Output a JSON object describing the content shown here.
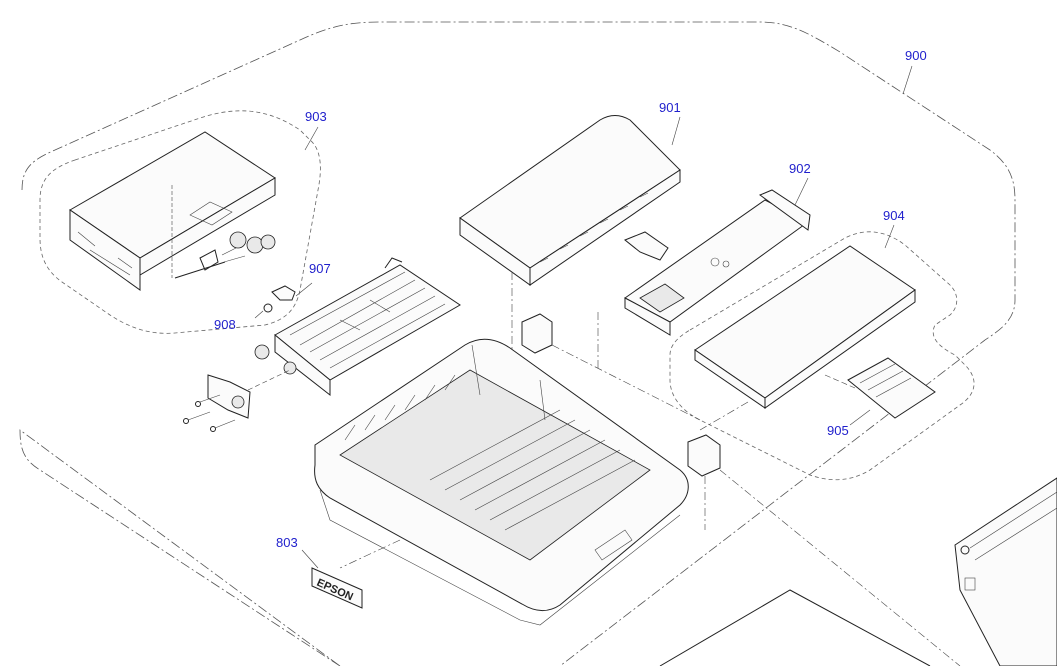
{
  "diagram": {
    "callouts": [
      {
        "id": "900",
        "text": "900"
      },
      {
        "id": "901",
        "text": "901"
      },
      {
        "id": "902",
        "text": "902"
      },
      {
        "id": "903",
        "text": "903"
      },
      {
        "id": "904",
        "text": "904"
      },
      {
        "id": "905",
        "text": "905"
      },
      {
        "id": "907",
        "text": "907"
      },
      {
        "id": "908",
        "text": "908"
      },
      {
        "id": "803",
        "text": "803"
      }
    ],
    "logo_text": "EPSON",
    "colors": {
      "callout": "#1f1fcc",
      "line": "#222222",
      "background": "#ffffff"
    }
  }
}
